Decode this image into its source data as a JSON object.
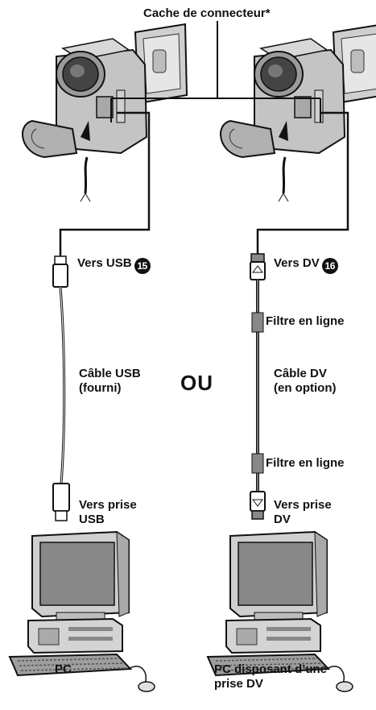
{
  "connector_cover": "Cache de connecteur*",
  "left": {
    "to_port": "Vers USB",
    "port_number": "15",
    "cable_line1": "Câble USB",
    "cable_line2": "(fourni)",
    "to_jack_line1": "Vers prise",
    "to_jack_line2": "USB",
    "computer_label": "PC"
  },
  "or_label": "OU",
  "right": {
    "to_port": "Vers DV",
    "port_number": "16",
    "filter_top": "Filtre en ligne",
    "cable_line1": "Câble DV",
    "cable_line2": "(en option)",
    "filter_bottom": "Filtre en ligne",
    "to_jack_line1": "Vers prise",
    "to_jack_line2": "DV",
    "computer_line1": "PC disposant d’une",
    "computer_line2": "prise DV"
  }
}
